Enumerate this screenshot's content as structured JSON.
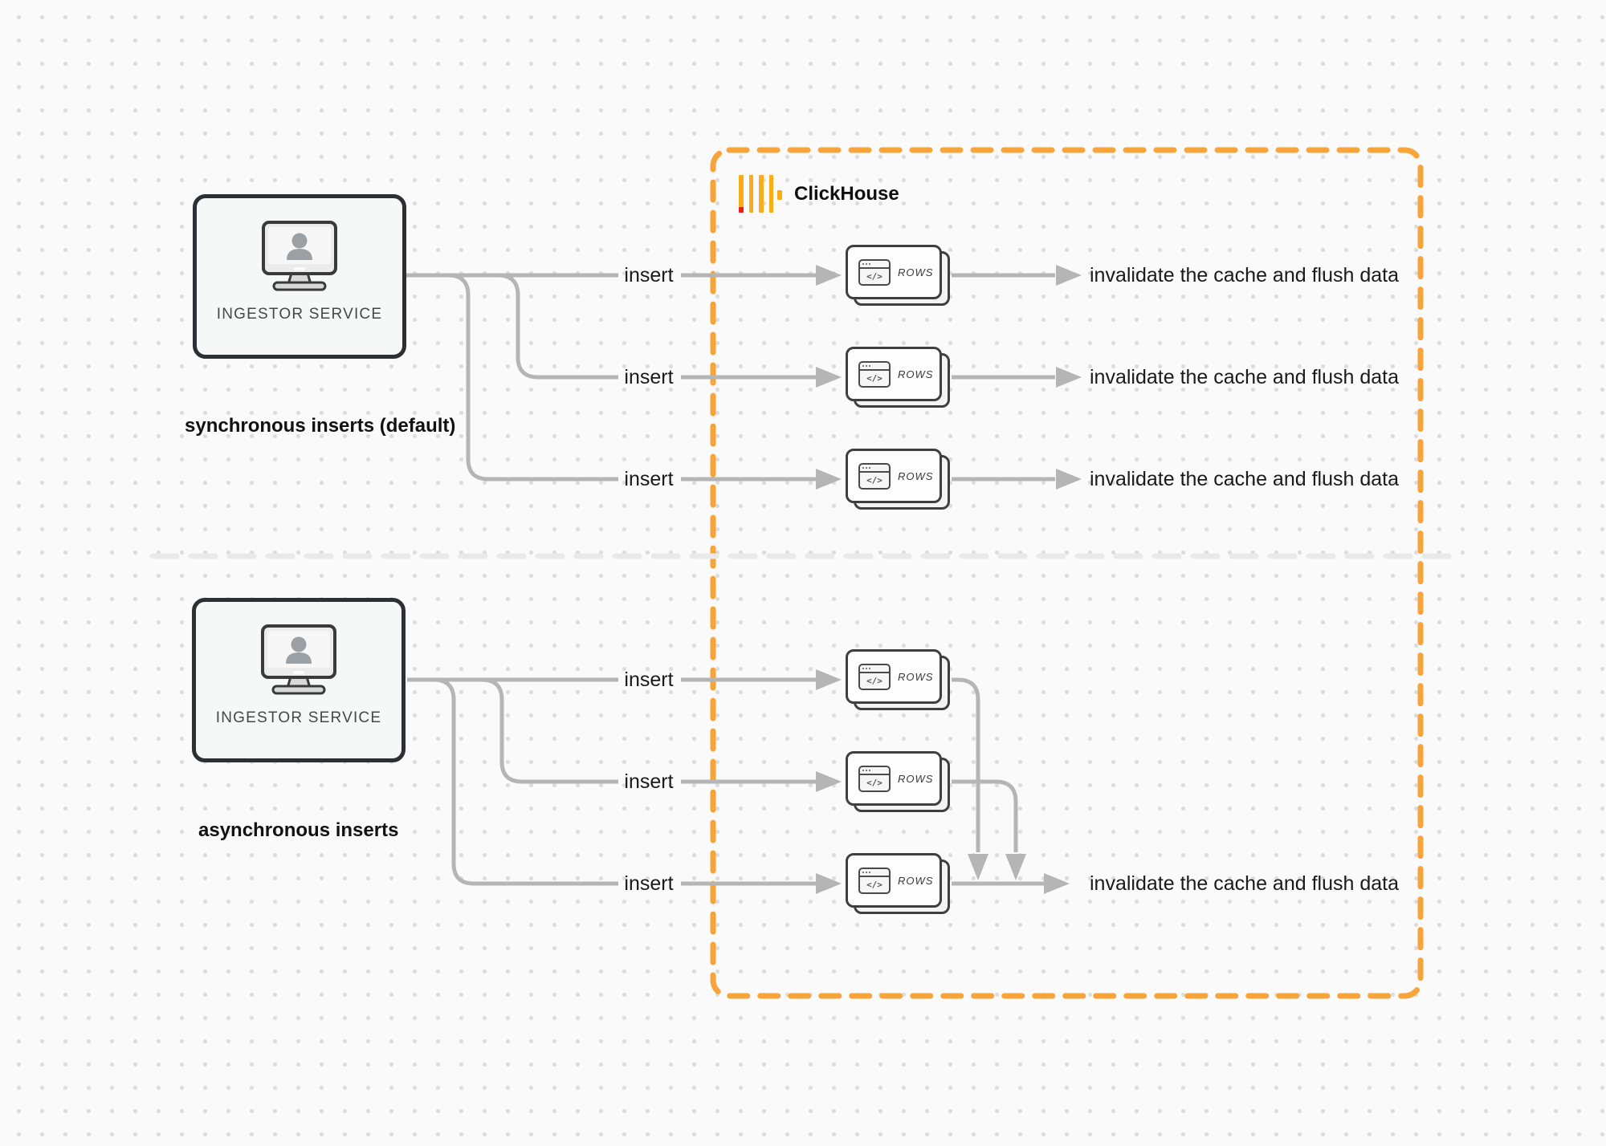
{
  "logo": {
    "label": "ClickHouse"
  },
  "sync": {
    "service_label": "INGESTOR SERVICE",
    "caption": "synchronous inserts (default)",
    "rows": [
      {
        "insert_label": "insert",
        "node_label": "ROWS",
        "code_glyph": "</>",
        "result_label": "invalidate the cache and flush data"
      },
      {
        "insert_label": "insert",
        "node_label": "ROWS",
        "code_glyph": "</>",
        "result_label": "invalidate the cache and flush data"
      },
      {
        "insert_label": "insert",
        "node_label": "ROWS",
        "code_glyph": "</>",
        "result_label": "invalidate the cache and flush data"
      }
    ]
  },
  "async": {
    "service_label": "INGESTOR SERVICE",
    "caption": "asynchronous inserts",
    "rows": [
      {
        "insert_label": "insert",
        "node_label": "ROWS",
        "code_glyph": "</>"
      },
      {
        "insert_label": "insert",
        "node_label": "ROWS",
        "code_glyph": "</>"
      },
      {
        "insert_label": "insert",
        "node_label": "ROWS",
        "code_glyph": "</>",
        "result_label": "invalidate the cache and flush data"
      }
    ]
  },
  "colors": {
    "clickhouse_boundary_orange": "#f7a43b",
    "logo_yellow": "#faad19",
    "logo_red": "#e32119",
    "connector_gray": "#b5b5b5",
    "box_border_dark": "#2c2f33",
    "divider_gray": "#e9e9e9"
  }
}
